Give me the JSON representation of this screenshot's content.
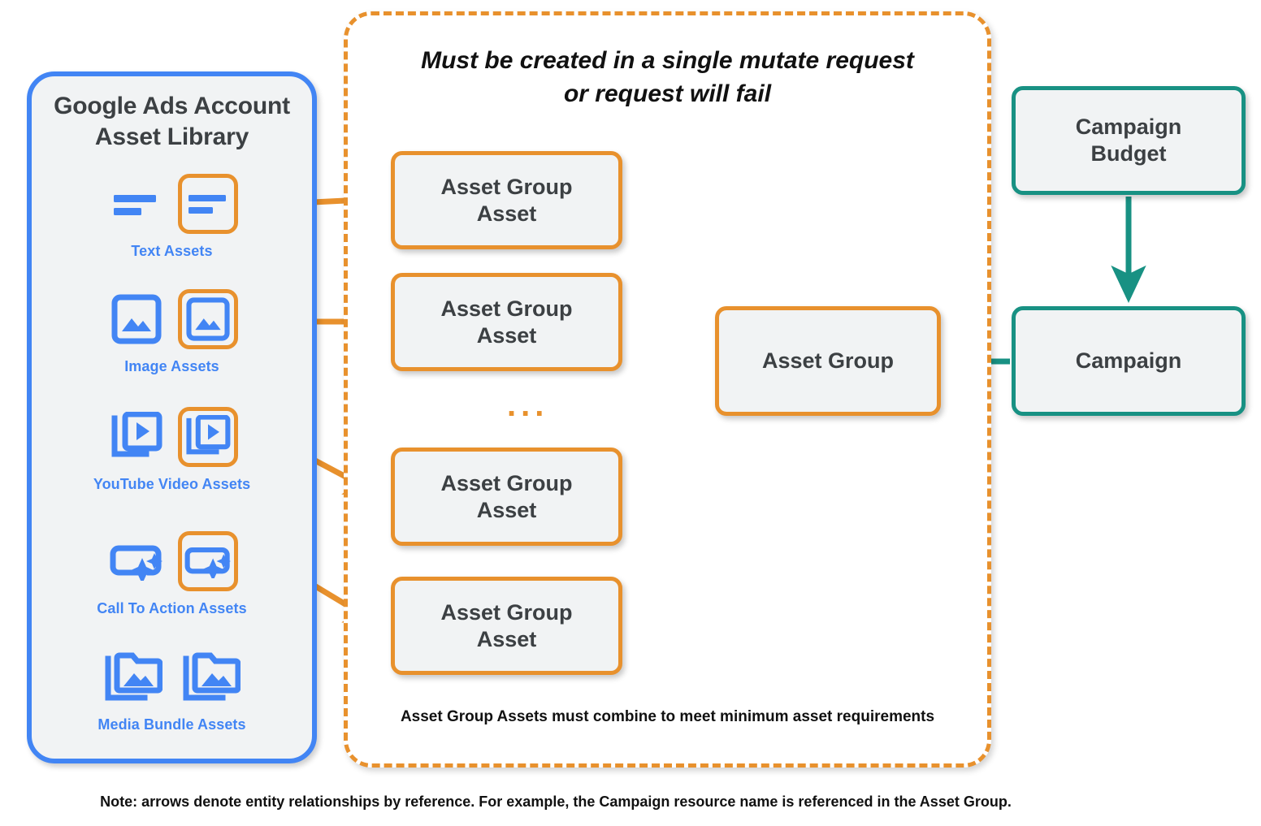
{
  "sidebar": {
    "title_line1": "Google Ads Account",
    "title_line2": "Asset Library",
    "assets": [
      {
        "label": "Text Assets",
        "icon": "text-lines-icon"
      },
      {
        "label": "Image Assets",
        "icon": "image-icon"
      },
      {
        "label": "YouTube Video  Assets",
        "icon": "video-stack-icon"
      },
      {
        "label": "Call To Action Assets",
        "icon": "call-to-action-sparkle-icon"
      },
      {
        "label": "Media Bundle  Assets",
        "icon": "media-bundle-folder-icon"
      }
    ]
  },
  "dashed_group": {
    "header_line1": "Must be created in a single mutate request",
    "header_line2": "or request will fail",
    "footer": "Asset Group Assets must combine to meet minimum asset requirements",
    "ellipsis": "...",
    "asset_group_assets": [
      {
        "line1": "Asset Group",
        "line2": "Asset"
      },
      {
        "line1": "Asset Group",
        "line2": "Asset"
      },
      {
        "line1": "Asset Group",
        "line2": "Asset"
      },
      {
        "line1": "Asset Group",
        "line2": "Asset"
      }
    ]
  },
  "nodes": {
    "asset_group": "Asset Group",
    "campaign_budget_line1": "Campaign",
    "campaign_budget_line2": "Budget",
    "campaign": "Campaign"
  },
  "footer_note": "Note: arrows denote entity relationships by reference. For example, the Campaign resource name is referenced in the Asset Group.",
  "colors": {
    "orange": "#e8912d",
    "teal": "#189183",
    "blue": "#4285f4",
    "node_fill": "#f1f3f4",
    "text_dark": "#3c4043"
  }
}
